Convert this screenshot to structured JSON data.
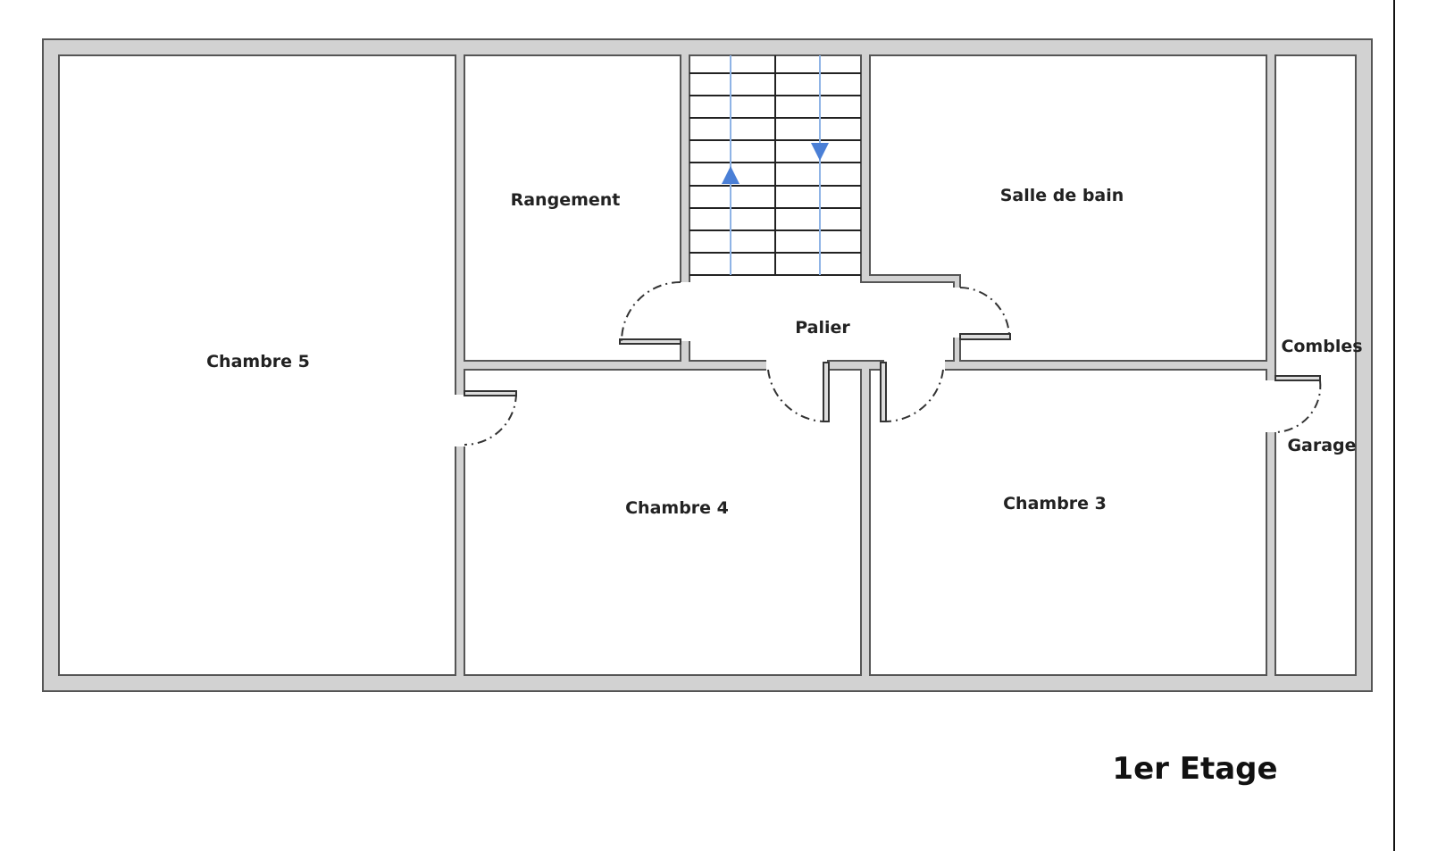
{
  "plan": {
    "title": "1er Etage",
    "rooms": {
      "chambre5": "Chambre 5",
      "rangement": "Rangement",
      "palier": "Palier",
      "salle_de_bain": "Salle de bain",
      "combles": "Combles",
      "garage": "Garage",
      "chambre4": "Chambre 4",
      "chambre3": "Chambre 3"
    },
    "colors": {
      "wall": "#d2d2d2",
      "wall_outline": "#555555",
      "stair_arrow": "#4a7fd6"
    }
  }
}
